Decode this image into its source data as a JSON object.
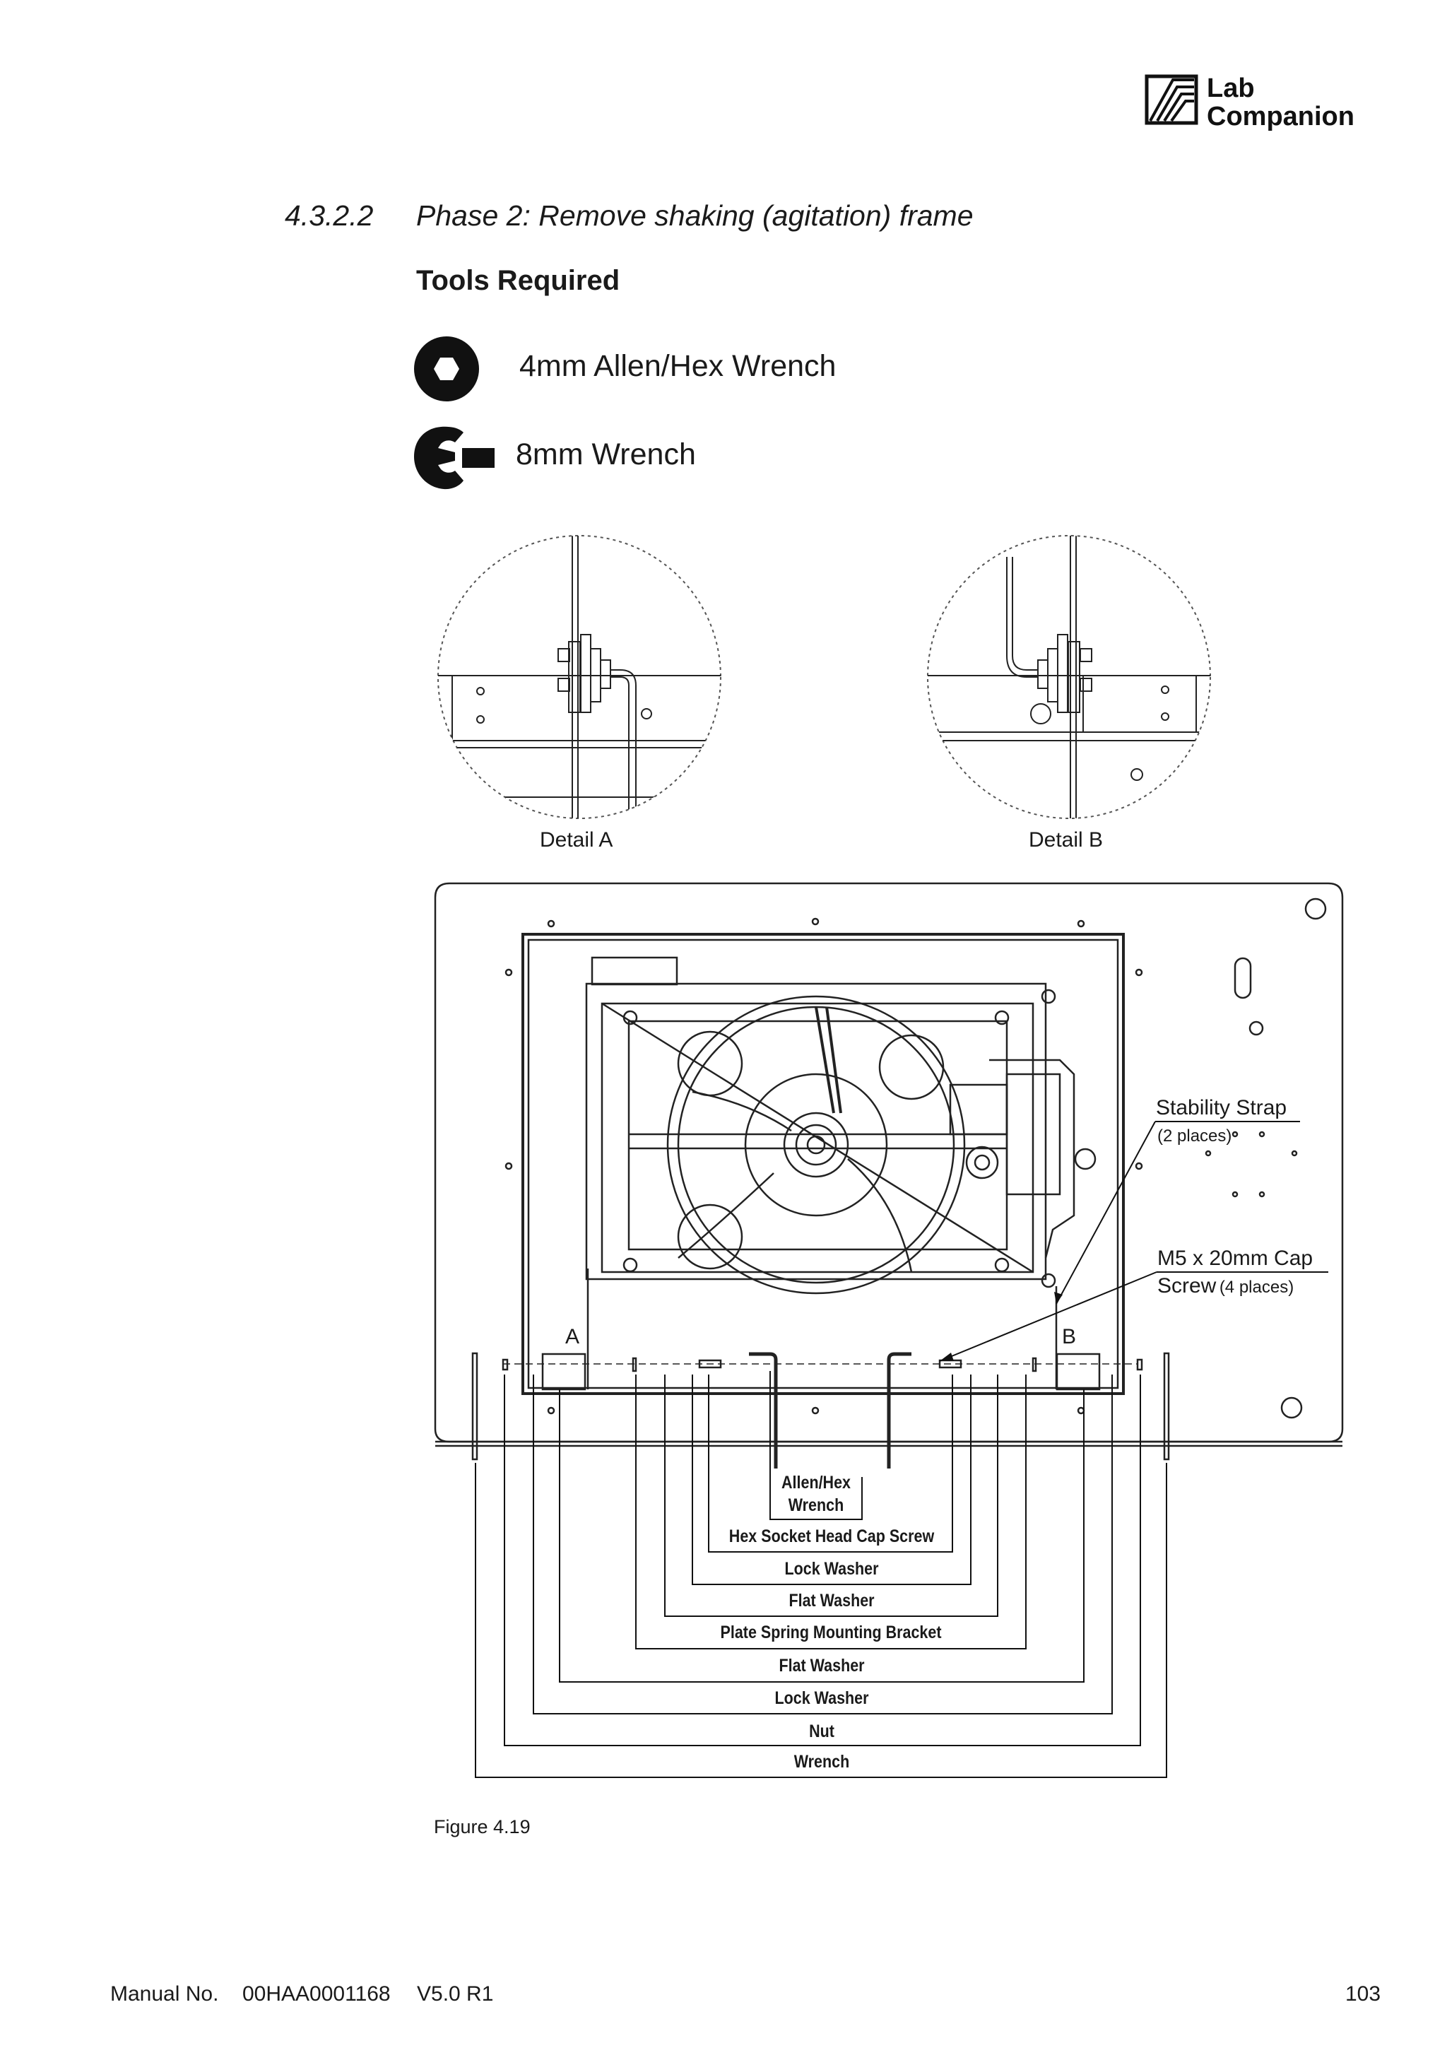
{
  "logo": {
    "line1": "Lab",
    "line2": "Companion"
  },
  "section": {
    "number": "4.3.2.2",
    "title": "Phase 2: Remove shaking (agitation) frame"
  },
  "tools": {
    "heading": "Tools Required",
    "items": [
      {
        "icon": "hex-key-icon",
        "label": "4mm Allen/Hex Wrench"
      },
      {
        "icon": "wrench-icon",
        "label": "8mm Wrench"
      }
    ]
  },
  "details": {
    "a": "Detail A",
    "b": "Detail B"
  },
  "markers": {
    "a": "A",
    "b": "B"
  },
  "callouts": {
    "strap": {
      "label": "Stability Strap",
      "sub": "(2 places)"
    },
    "screw": {
      "label1": "M5 x 20mm Cap",
      "label2": "Screw",
      "sub": "(4 places)"
    }
  },
  "parts": [
    "Allen/Hex Wrench",
    "Hex Socket Head Cap Screw",
    "Lock Washer",
    "Flat Washer",
    "Plate Spring Mounting Bracket",
    "Flat Washer",
    "Lock Washer",
    "Nut",
    "Wrench"
  ],
  "figure": {
    "caption": "Figure 4.19"
  },
  "footer": {
    "manual_label": "Manual No.",
    "manual_no": "00HAA0001168",
    "version": "V5.0 R1",
    "page": "103"
  }
}
